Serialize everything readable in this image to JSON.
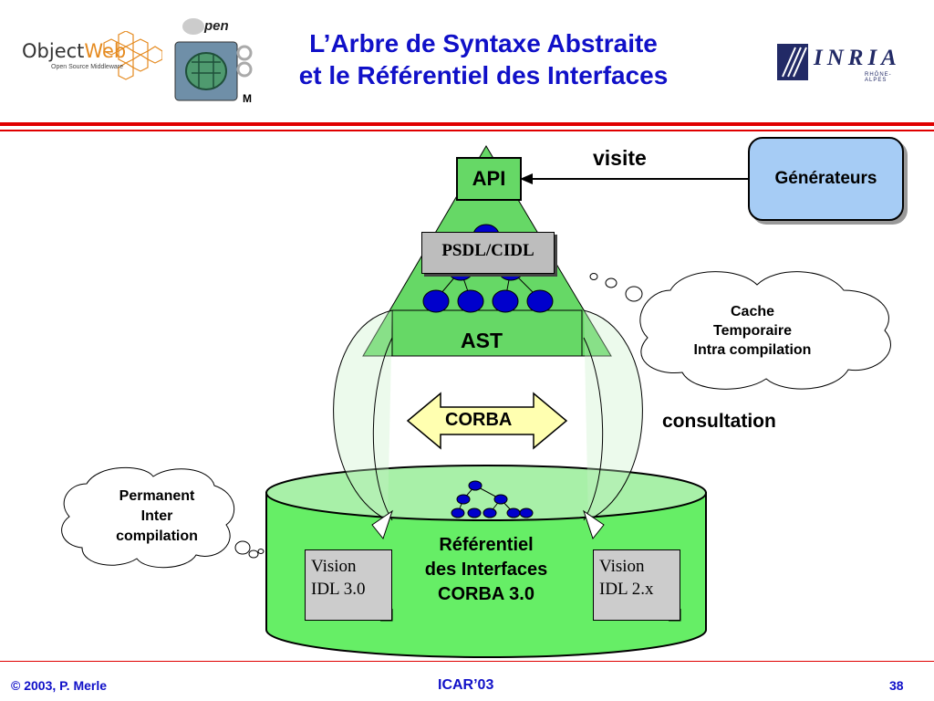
{
  "header": {
    "title_line1": "L’Arbre de Syntaxe Abstraite",
    "title_line2": "et le Référentiel des Interfaces",
    "objectweb_object": "Object",
    "objectweb_web": "Web",
    "objectweb_sub": "Open Source Middleware",
    "openccm_text": "pen",
    "inria_text": "INRIA",
    "inria_sub": "RHÔNE-ALPES"
  },
  "diagram": {
    "api": "API",
    "psdl": "PSDL/CIDL",
    "ast": "AST",
    "corba": "CORBA",
    "visite": "visite",
    "generateurs": "Générateurs",
    "consultation": "consultation",
    "cache_cloud": [
      "Cache",
      "Temporaire",
      "Intra compilation"
    ],
    "permanent_cloud": [
      "Permanent",
      "Inter",
      "compilation"
    ],
    "referentiel": [
      "Référentiel",
      "des Interfaces",
      "CORBA 3.0"
    ],
    "vision_left": [
      "Vision",
      "IDL 3.0"
    ],
    "vision_right": [
      "Vision",
      "IDL 2.x"
    ]
  },
  "footer": {
    "copyright": "© 2003, P. Merle",
    "event": "ICAR’03",
    "page": "38"
  },
  "colors": {
    "title": "#1010c8",
    "accent_red": "#e00000",
    "green": "#66d866",
    "light_green": "#a8f0a8",
    "blue_node": "#0000cc",
    "generateurs": "#a6ccf5",
    "corba_arrow": "#ffffb0"
  }
}
